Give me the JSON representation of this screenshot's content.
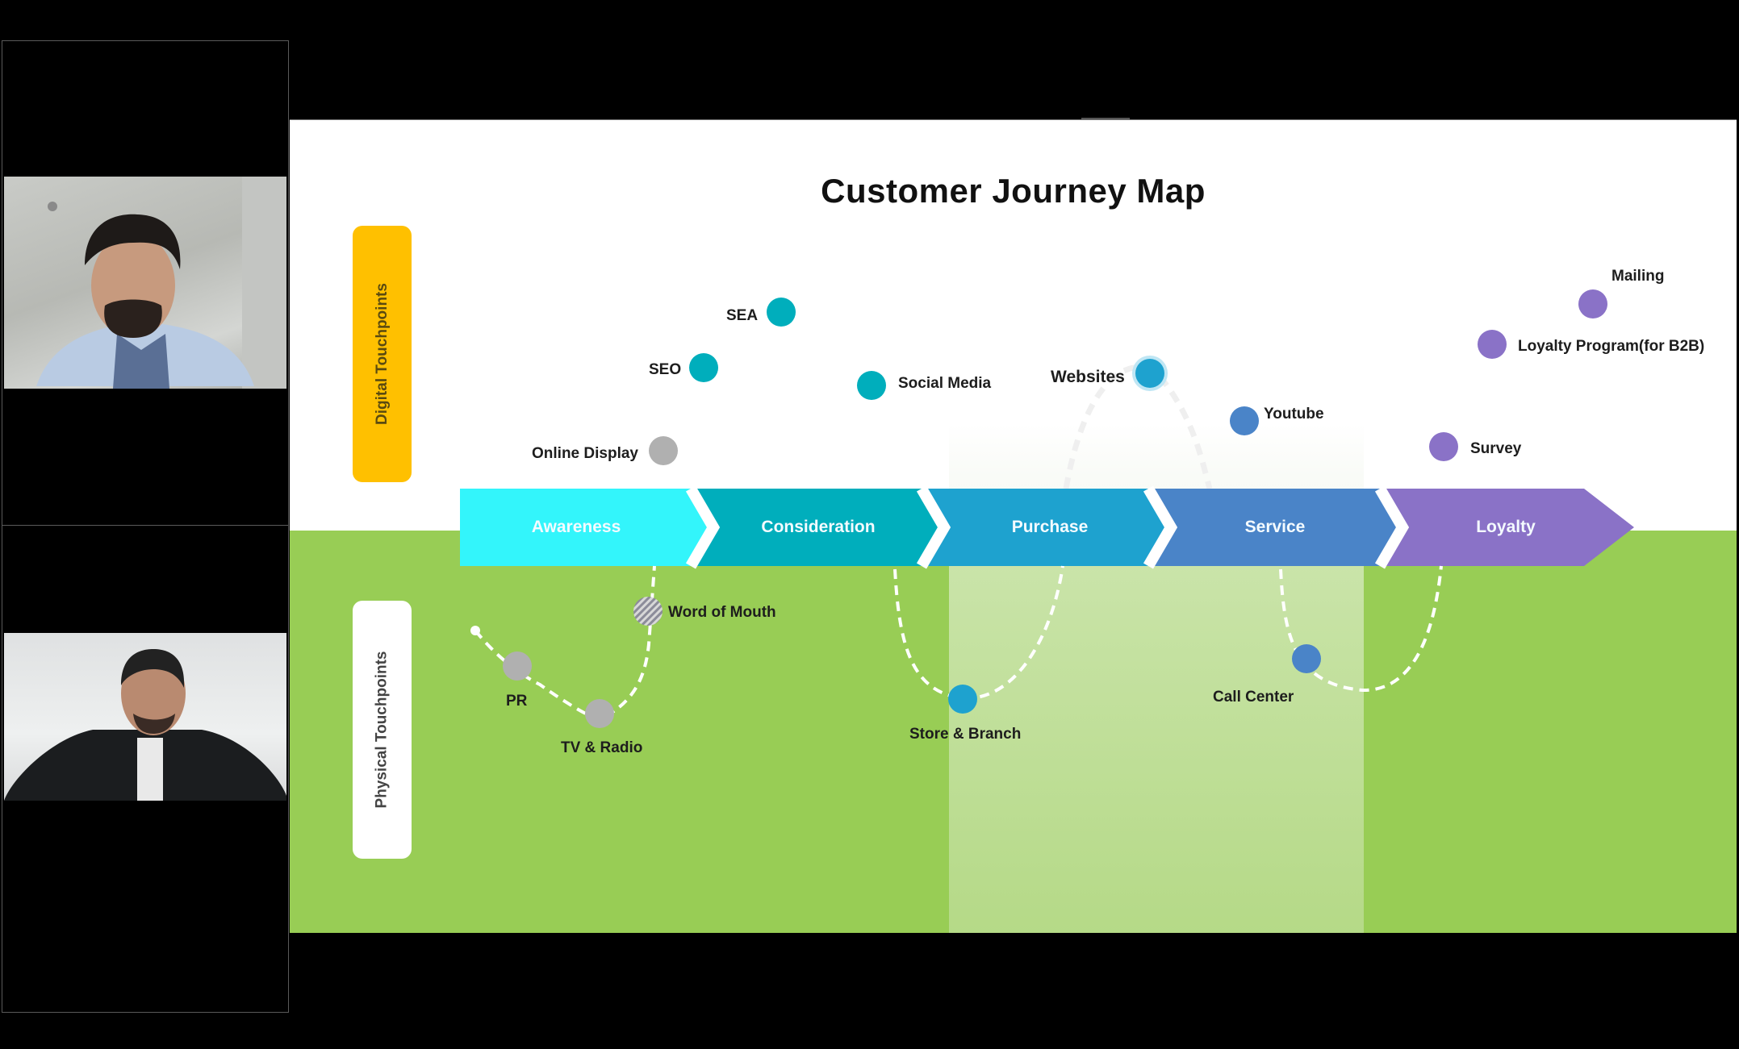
{
  "meeting": {
    "participants": [
      {
        "name": "participant-1",
        "video": "camera-feed"
      },
      {
        "name": "participant-2",
        "video": "camera-feed"
      }
    ]
  },
  "slide": {
    "title": "Customer Journey Map",
    "digital_label": "Digital Touchpoints",
    "physical_label": "Physical Touchpoints",
    "colors": {
      "digital_pill": "#ffc000",
      "physical_bg": "#98cd55",
      "awareness": "#33f5fb",
      "consideration": "#00aebc",
      "purchase": "#1ea2cf",
      "service": "#4a84c8",
      "loyalty": "#8a72c7",
      "grey_dot": "#b0b0b0"
    },
    "stages": [
      {
        "label": "Awareness"
      },
      {
        "label": "Consideration"
      },
      {
        "label": "Purchase"
      },
      {
        "label": "Service"
      },
      {
        "label": "Loyalty"
      }
    ],
    "digital_touchpoints": [
      {
        "label": "SEA",
        "stage": "Consideration"
      },
      {
        "label": "SEO",
        "stage": "Consideration"
      },
      {
        "label": "Social Media",
        "stage": "Consideration"
      },
      {
        "label": "Online Display",
        "stage": "Awareness"
      },
      {
        "label": "Websites",
        "stage": "Purchase"
      },
      {
        "label": "Youtube",
        "stage": "Service"
      },
      {
        "label": "Mailing",
        "stage": "Loyalty"
      },
      {
        "label": "Loyalty Program(for B2B)",
        "stage": "Loyalty"
      },
      {
        "label": "Survey",
        "stage": "Loyalty"
      }
    ],
    "physical_touchpoints": [
      {
        "label": "PR",
        "stage": "Awareness"
      },
      {
        "label": "TV & Radio",
        "stage": "Awareness"
      },
      {
        "label": "Word of Mouth",
        "stage": "Awareness"
      },
      {
        "label": "Store & Branch",
        "stage": "Purchase"
      },
      {
        "label": "Call Center",
        "stage": "Service"
      }
    ]
  }
}
